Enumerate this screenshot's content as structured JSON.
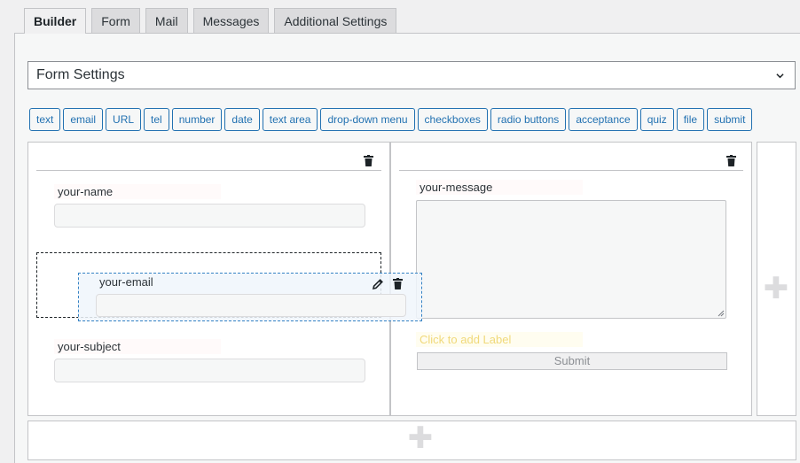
{
  "tabs": [
    "Builder",
    "Form",
    "Mail",
    "Messages",
    "Additional Settings"
  ],
  "settings_select": {
    "value": "Form Settings"
  },
  "toolbar": [
    "text",
    "email",
    "URL",
    "tel",
    "number",
    "date",
    "text area",
    "drop-down menu",
    "checkboxes",
    "radio buttons",
    "acceptance",
    "quiz",
    "file",
    "submit"
  ],
  "left_column": {
    "fields": {
      "name": "your-name",
      "email": "your-email",
      "subject": "your-subject"
    }
  },
  "right_column": {
    "fields": {
      "message": "your-message"
    },
    "placeholder_label": "Click to add Label",
    "submit_label": "Submit"
  },
  "icons": {
    "trash": "trash-icon",
    "edit": "pencil-icon",
    "add": "plus-icon",
    "dropdown": "chevron-down-icon"
  }
}
